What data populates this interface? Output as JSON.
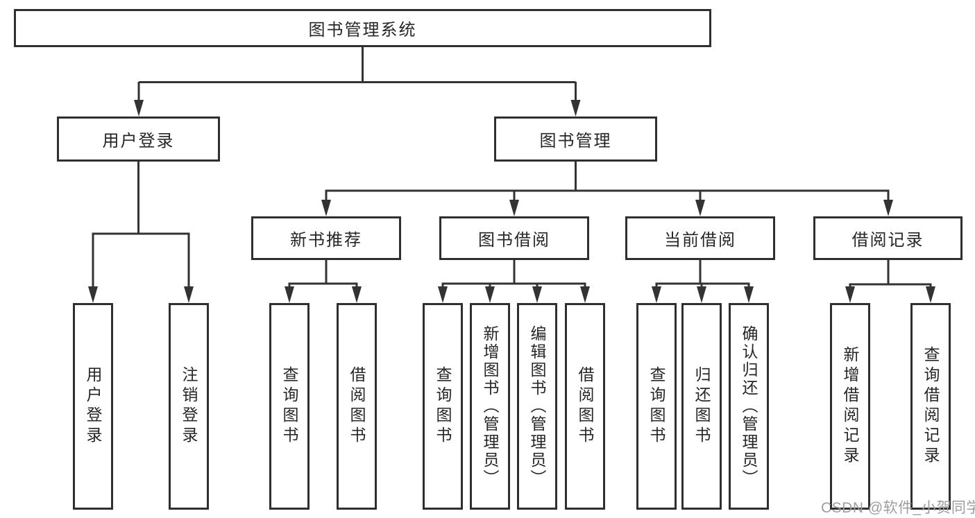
{
  "diagram": {
    "title": "图书管理系统",
    "children": [
      {
        "label": "用户登录",
        "children": [
          {
            "label": "用户登录"
          },
          {
            "label": "注销登录"
          }
        ]
      },
      {
        "label": "图书管理",
        "children": [
          {
            "label": "新书推荐",
            "children": [
              {
                "label": "查询图书"
              },
              {
                "label": "借阅图书"
              }
            ]
          },
          {
            "label": "图书借阅",
            "children": [
              {
                "label": "查询图书"
              },
              {
                "label": "新增图书（管理员）"
              },
              {
                "label": "编辑图书（管理员）"
              },
              {
                "label": "借阅图书"
              }
            ]
          },
          {
            "label": "当前借阅",
            "children": [
              {
                "label": "查询图书"
              },
              {
                "label": "归还图书"
              },
              {
                "label": "确认归还（管理员）"
              }
            ]
          },
          {
            "label": "借阅记录",
            "children": [
              {
                "label": "新增借阅记录"
              },
              {
                "label": "查询借阅记录"
              }
            ]
          }
        ]
      }
    ]
  },
  "watermark": {
    "text": "CSDN @软件_小贺同学"
  },
  "colors": {
    "line": "#333333",
    "box_border": "#2f2f2f",
    "text": "#262626",
    "background": "#ffffff",
    "watermark": "#9d9da1"
  }
}
